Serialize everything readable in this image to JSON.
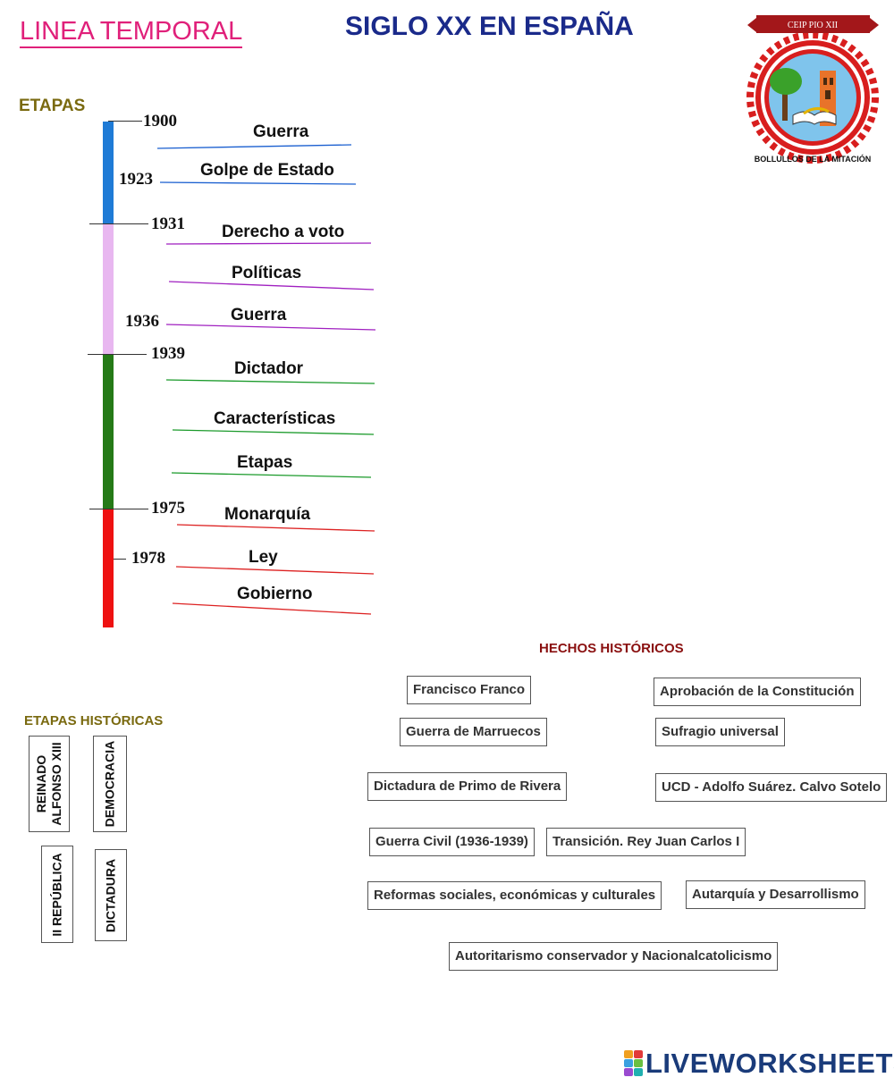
{
  "header": {
    "title_left": "LINEA TEMPORAL",
    "title_center": "SIGLO XX EN ESPAÑA"
  },
  "logo": {
    "banner": "CEIP PIO XII",
    "caption": "BOLLULLOS DE LA MITACIÓN"
  },
  "timeline": {
    "heading": "ETAPAS",
    "segment_colors": [
      "#1f7bd6",
      "#e8b7f0",
      "#257a17",
      "#ee1111"
    ],
    "years": [
      "1900",
      "1923",
      "1931",
      "1936",
      "1939",
      "1975",
      "1978"
    ],
    "events": [
      {
        "label": "Guerra",
        "color": "#1a5fd0"
      },
      {
        "label": "Golpe de Estado",
        "color": "#1a5fd0"
      },
      {
        "label": "Derecho a voto",
        "color": "#a020c0"
      },
      {
        "label": "Políticas",
        "color": "#a020c0"
      },
      {
        "label": "Guerra",
        "color": "#a020c0"
      },
      {
        "label": "Dictador",
        "color": "#1a9a2a"
      },
      {
        "label": "Características",
        "color": "#1a9a2a"
      },
      {
        "label": "Etapas",
        "color": "#1a9a2a"
      },
      {
        "label": "Monarquía",
        "color": "#dd2222"
      },
      {
        "label": "Ley",
        "color": "#dd2222"
      },
      {
        "label": "Gobierno",
        "color": "#dd2222"
      }
    ]
  },
  "hechos": {
    "heading": "HECHOS HISTÓRICOS",
    "cards": [
      "Francisco Franco",
      "Aprobación de la Constitución",
      "Guerra de Marruecos",
      "Sufragio universal",
      "Dictadura de Primo de Rivera",
      "UCD - Adolfo Suárez. Calvo Sotelo",
      "Guerra Civil (1936-1939)",
      "Transición. Rey Juan Carlos I",
      "Reformas sociales, económicas y culturales",
      "Autarquía y Desarrollismo",
      "Autoritarismo conservador y Nacionalcatolicismo"
    ]
  },
  "etapas_historicas": {
    "heading": "ETAPAS HISTÓRICAS",
    "cards": [
      {
        "line1": "REINADO",
        "line2": "ALFONSO XIII"
      },
      {
        "line1": "DEMOCRACIA",
        "line2": ""
      },
      {
        "line1": "II REPÚBLICA",
        "line2": ""
      },
      {
        "line1": "DICTADURA",
        "line2": ""
      }
    ]
  },
  "footer": {
    "brand": "LIVEWORKSHEETS"
  }
}
